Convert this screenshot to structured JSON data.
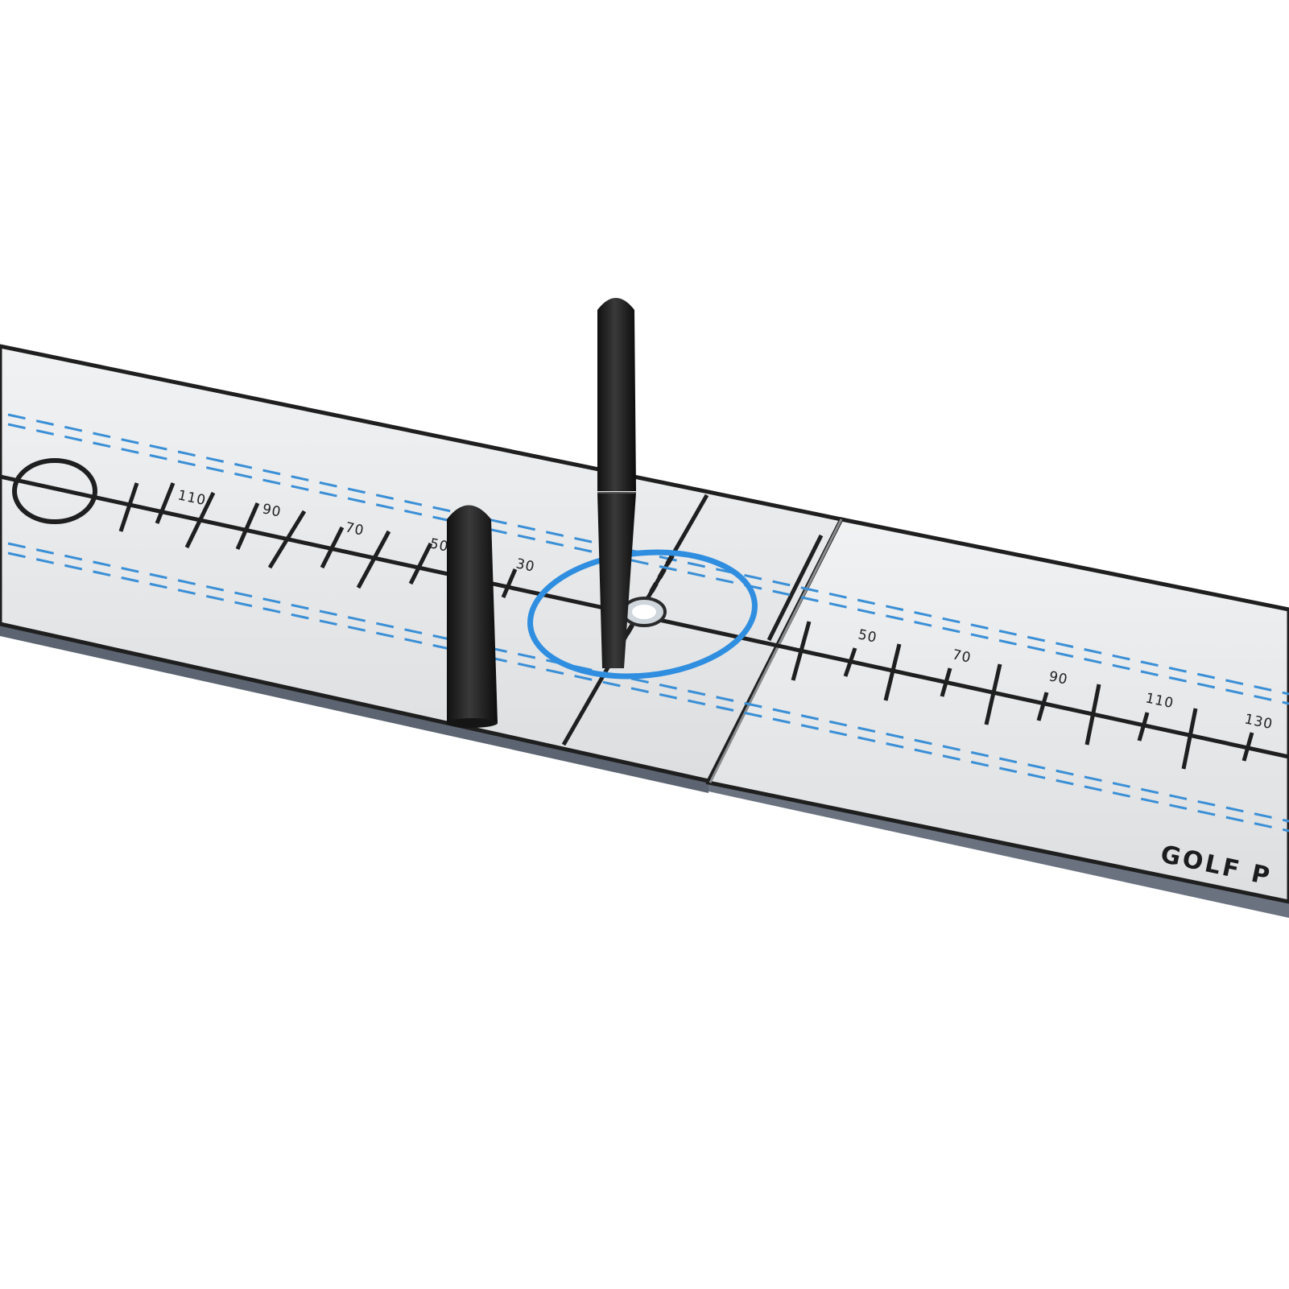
{
  "photo": {
    "subject": "golf putting mat",
    "colors": {
      "background": "#ffffff",
      "mat_surface": "#e9eaeb",
      "mat_border": "#1f1f1f",
      "guide_lines": "#3a8fd6",
      "ring": "#2f8ee0",
      "pegs": "#1e1e1e"
    },
    "left_scale_labels": [
      "110",
      "90",
      "70",
      "50",
      "30"
    ],
    "right_scale_labels": [
      "50",
      "70",
      "90",
      "110",
      "130"
    ],
    "brand_text": "GOLF P"
  }
}
